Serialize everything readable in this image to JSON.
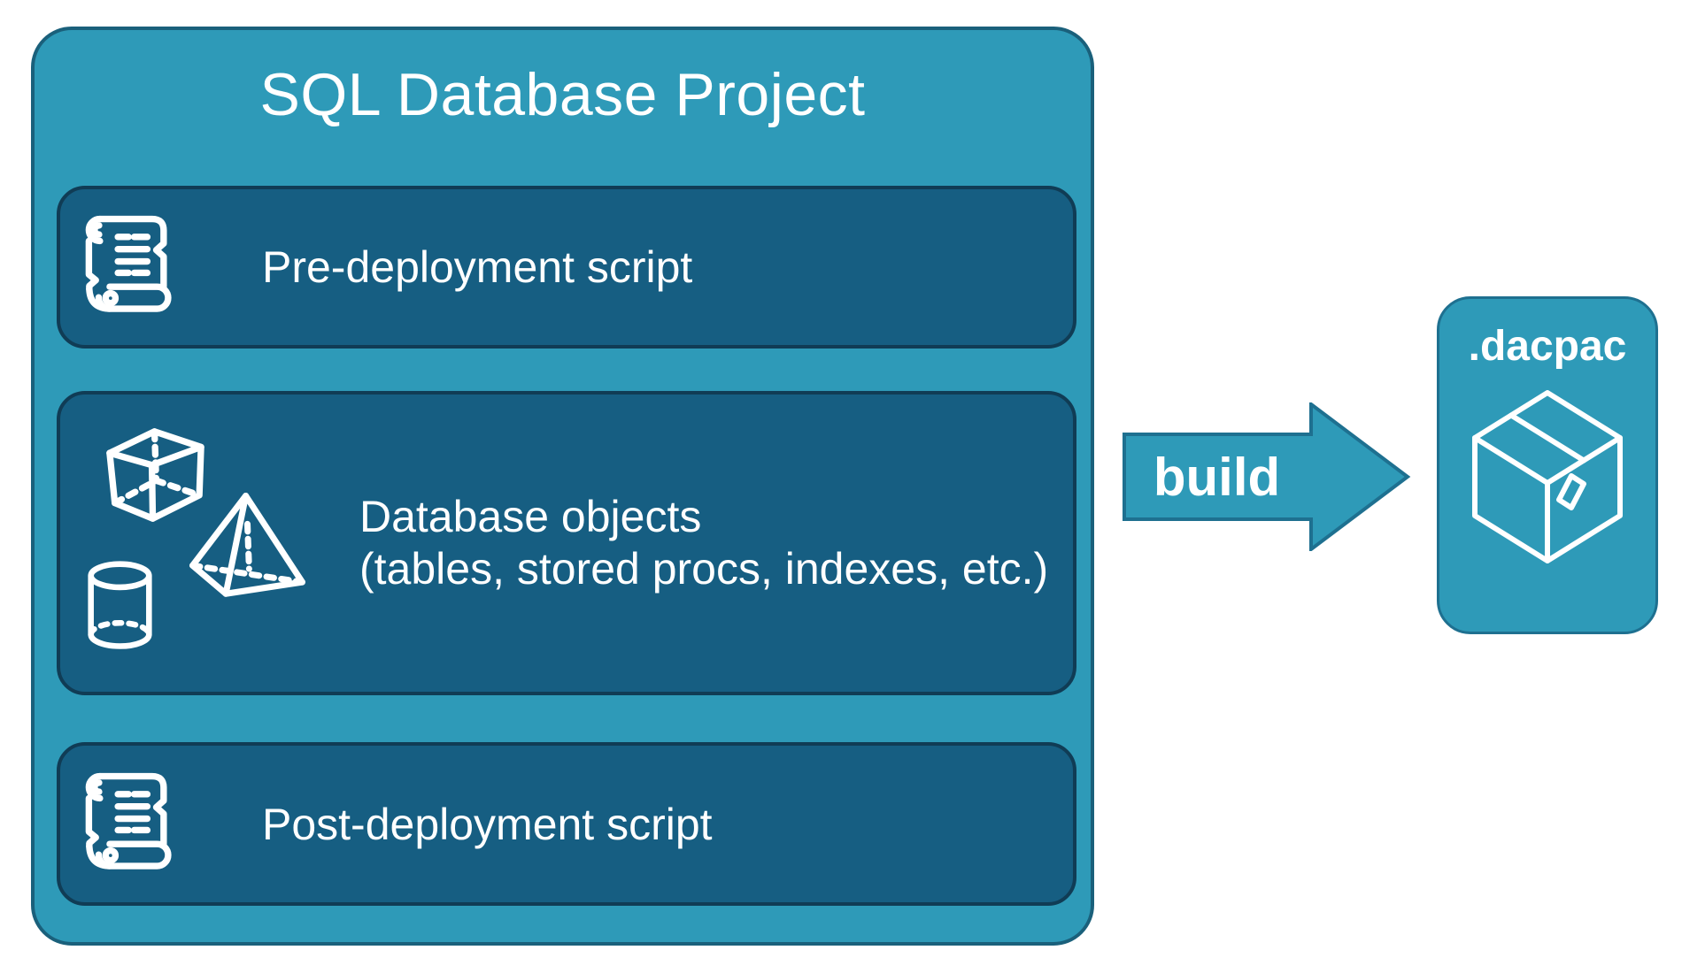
{
  "colors": {
    "background": "#ffffff",
    "teal": "#2E9AB8",
    "teal_border": "#1A607B",
    "panel": "#165E82",
    "panel_border": "#103C55",
    "arrow_border": "#1E7090",
    "text": "#ffffff"
  },
  "project": {
    "title": "SQL Database Project",
    "boxes": [
      {
        "id": "pre",
        "label": "Pre-deployment script",
        "icon": "scroll-icon"
      },
      {
        "id": "objects",
        "label": "Database objects",
        "sublabel": "(tables, stored procs, indexes, etc.)",
        "icons": [
          "cube-icon",
          "pyramid-icon",
          "cylinder-icon"
        ]
      },
      {
        "id": "post",
        "label": "Post-deployment script",
        "icon": "scroll-icon"
      }
    ]
  },
  "arrow": {
    "label": "build"
  },
  "output": {
    "label": ".dacpac",
    "icon": "package-icon"
  }
}
